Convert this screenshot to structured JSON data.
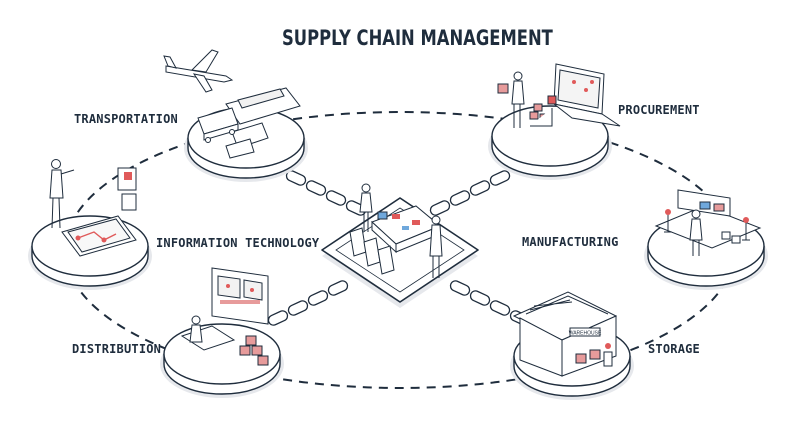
{
  "title": "SUPPLY CHAIN MANAGEMENT",
  "nodes": {
    "transportation": "TRANSPORTATION",
    "procurement": "PROCUREMENT",
    "information_technology": "INFORMATION TECHNOLOGY",
    "manufacturing": "MANUFACTURING",
    "distribution": "DISTRIBUTION",
    "storage": "STORAGE"
  },
  "warehouse_sign": "WAREHOUSE",
  "colors": {
    "line": "#1f2d3d",
    "accent": "#e05a5a",
    "fill": "#ffffff",
    "shadow": "#e6e8ec"
  }
}
